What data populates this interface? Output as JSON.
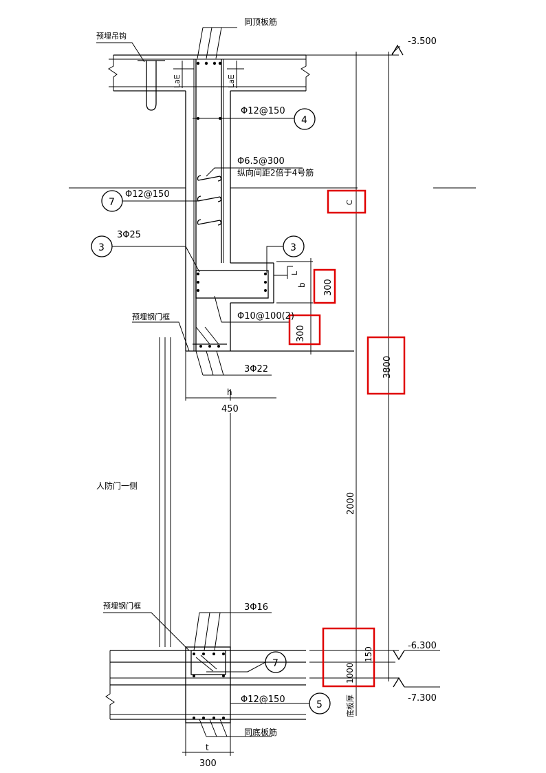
{
  "labels": {
    "embedded_hook": "预埋吊钩",
    "same_slab_rebar_top": "同顶板筋",
    "elev_top": "-3.500",
    "elev_mid": "-6.300",
    "elev_bottom": "-7.300",
    "loe_left": "LaE",
    "loe_right": "LaE",
    "wall_rebar_4": "Φ12@150",
    "tie_rebar": "Φ6.5@300",
    "tie_note": "纵向间距2倍于4号筋",
    "rebar_7_top": "Φ12@150",
    "rebar_3_top": "3Φ25",
    "stirrup": "Φ10@100(2)",
    "embedded_frame_top": "预埋钢门框",
    "rebar_3phi22": "3Φ22",
    "dim_h": "h",
    "dim_450": "450",
    "civil_door_side": "人防门一侧",
    "dim_2000": "2000",
    "dim_3800": "3800",
    "dim_300_a": "300",
    "dim_300_b": "300",
    "dim_b": "b",
    "dim_l": "L",
    "dim_150": "150",
    "dim_1000": "1000",
    "embedded_frame_bottom": "预埋钢门框",
    "rebar_3phi16": "3Φ16",
    "bottom_rebar": "Φ12@150",
    "same_slab_rebar_bottom": "同底板筋",
    "bottom_slab_thickness": "底板厚",
    "dim_t": "t",
    "dim_300_bottom": "300",
    "marker_4": "4",
    "marker_7_top": "7",
    "marker_3_left": "3",
    "marker_3_right": "3",
    "marker_7_bottom": "7",
    "marker_5": "5",
    "cut_c": "C"
  },
  "colors": {
    "line": "#000000",
    "highlight": "#e00000",
    "background": "#ffffff"
  }
}
